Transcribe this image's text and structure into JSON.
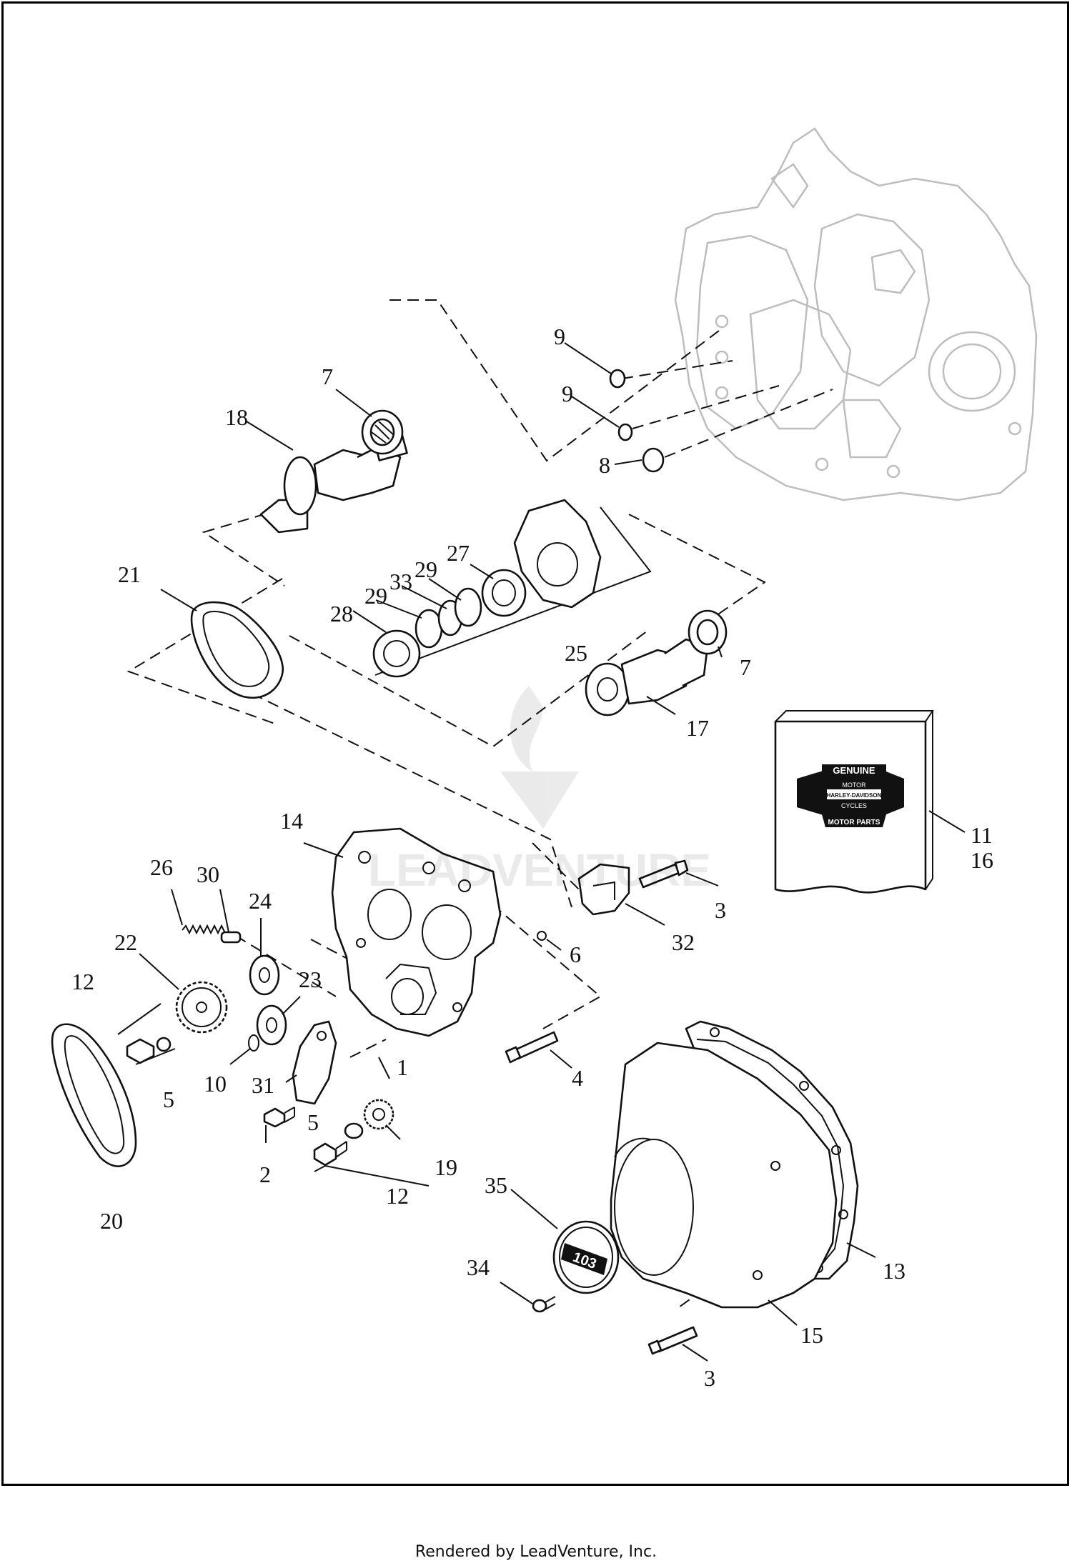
{
  "callouts": {
    "c1": "1",
    "c2": "2",
    "c3a": "3",
    "c3b": "3",
    "c4": "4",
    "c5a": "5",
    "c5b": "5",
    "c6": "6",
    "c7a": "7",
    "c7b": "7",
    "c8": "8",
    "c9a": "9",
    "c9b": "9",
    "c10": "10",
    "c11": "11",
    "c12a": "12",
    "c12b": "12",
    "c13": "13",
    "c14": "14",
    "c15": "15",
    "c16": "16",
    "c17": "17",
    "c18": "18",
    "c19": "19",
    "c20": "20",
    "c21": "21",
    "c22": "22",
    "c23": "23",
    "c24": "24",
    "c25": "25",
    "c26": "26",
    "c27": "27",
    "c28": "28",
    "c29a": "29",
    "c29b": "29",
    "c30": "30",
    "c31": "31",
    "c32": "32",
    "c33": "33",
    "c34": "34",
    "c35": "35"
  },
  "logo": {
    "line1": "GENUINE",
    "line2": "MOTOR",
    "line3": "HARLEY-DAVIDSON",
    "line4": "CYCLES",
    "line5": "MOTOR PARTS"
  },
  "cover_badge": "103",
  "watermark": "LEADVENTURE",
  "footer": "Rendered by LeadVenture, Inc."
}
